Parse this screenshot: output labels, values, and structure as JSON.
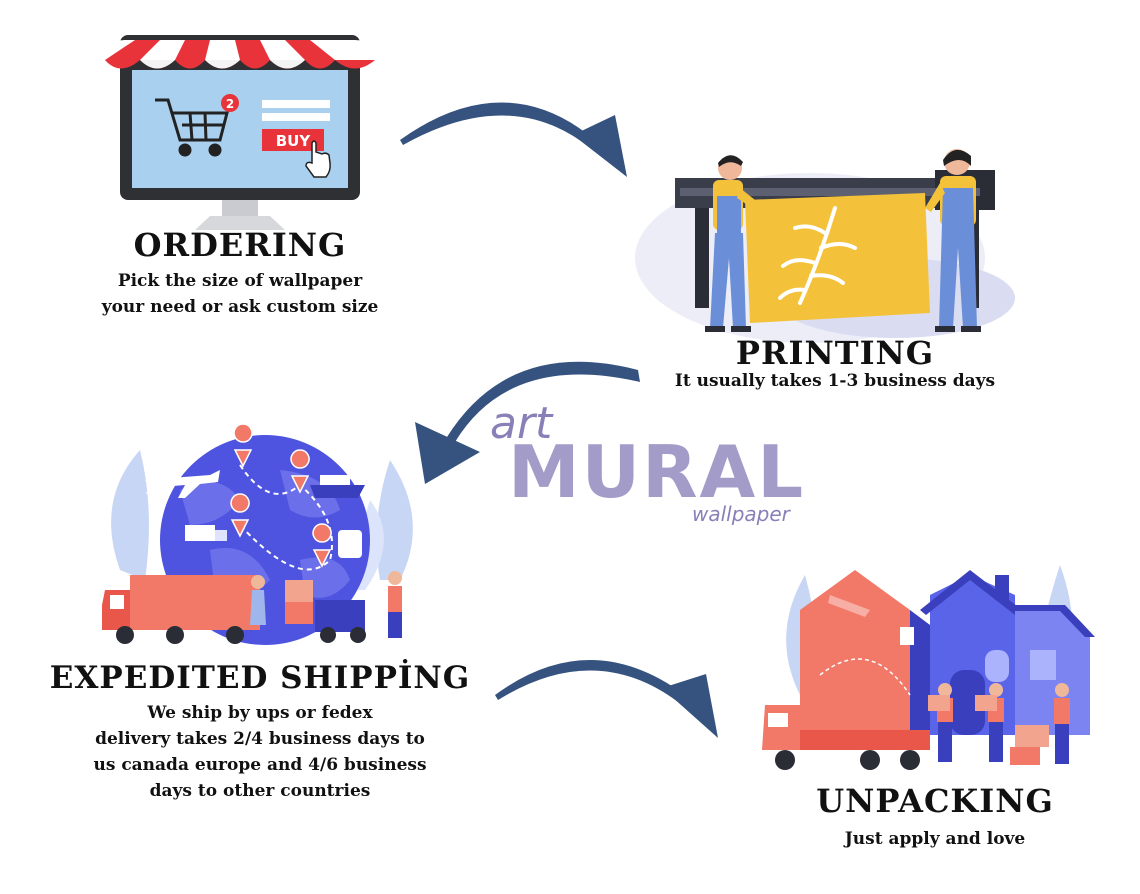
{
  "steps": {
    "ordering": {
      "title": "ORDERING",
      "lines": [
        "Pick the size of wallpaper",
        "your need or ask custom size"
      ],
      "cart_badge": "2",
      "buy_label": "BUY"
    },
    "printing": {
      "title": "PRINTING",
      "lines": [
        "It usually takes 1-3 business days"
      ]
    },
    "shipping": {
      "title": "EXPEDITED SHIPPİNG",
      "lines": [
        "We ship by ups or fedex",
        "delivery takes 2/4 business days to",
        "us canada europe and 4/6 business",
        "days to other countries"
      ]
    },
    "unpacking": {
      "title": "UNPACKING",
      "lines": [
        "Just apply and love"
      ]
    }
  },
  "logo": {
    "art": "art",
    "mural": "MURAL",
    "wallpaper": "wallpaper"
  },
  "colors": {
    "arrow": "#36537f",
    "awning_red": "#e8333b",
    "screen": "#a9d0ef",
    "coral": "#f27868",
    "globe": "#4f54e0",
    "house": "#5a64e8",
    "logo": "#a39cc8"
  }
}
